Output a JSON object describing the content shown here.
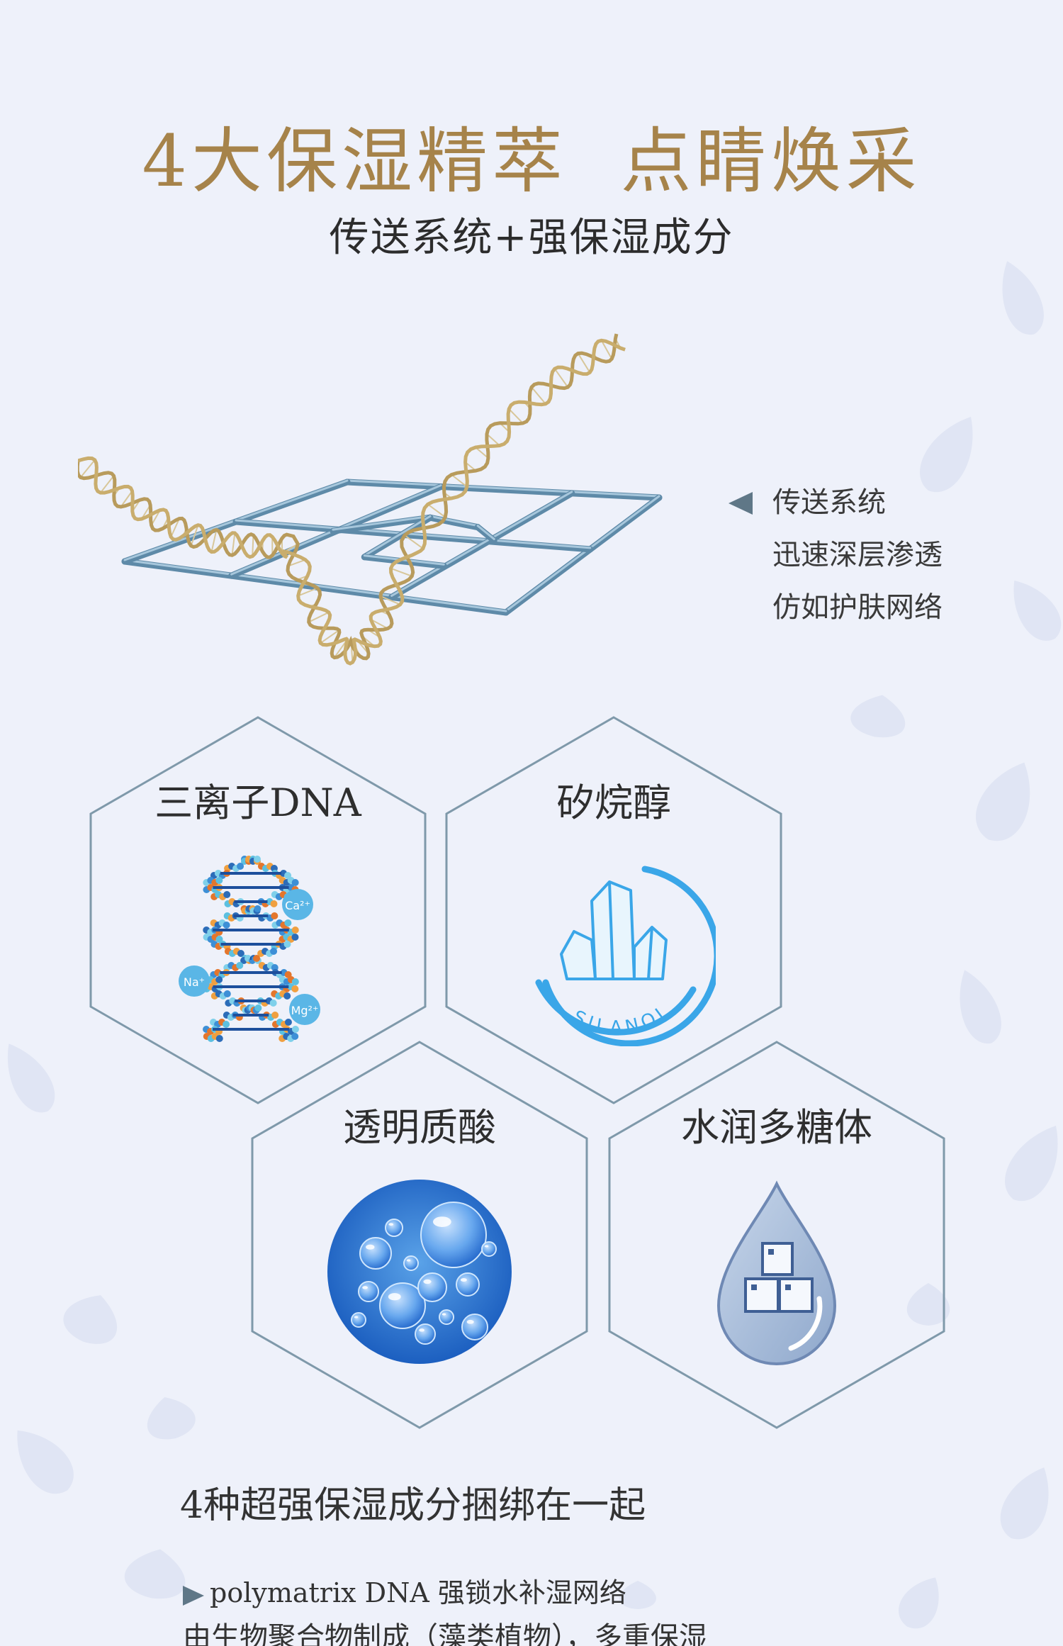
{
  "header": {
    "title": "4大保湿精萃  点睛焕采",
    "subtitle": "传送系统+强保湿成分"
  },
  "delivery_system": {
    "lines": [
      "传送系统",
      "迅速深层渗透",
      "仿如护肤网络"
    ],
    "arrow_icon": "triangle-left-icon"
  },
  "ingredients": [
    {
      "label": "三离子DNA",
      "icon": "dna-helix-icon",
      "ions": [
        "Ca²⁺",
        "Na⁺",
        "Mg²⁺"
      ]
    },
    {
      "label": "矽烷醇",
      "icon": "crystal-icon",
      "badge": "SILANOL"
    },
    {
      "label": "透明质酸",
      "icon": "water-bubbles-icon"
    },
    {
      "label": "水润多糖体",
      "icon": "water-drop-cubes-icon"
    }
  ],
  "details": {
    "heading": "4种超强保湿成分捆绑在一起",
    "bullet": "polymatrix DNA 强锁水补湿网络",
    "bullet_icon": "triangle-right-icon",
    "description": "由生物聚合物制成（藻类植物），多重保湿"
  },
  "colors": {
    "background": "#eef1fa",
    "title_gold": "#a6834a",
    "hex_border": "#7f99aa",
    "accent_blue": "#3aa6e8"
  }
}
